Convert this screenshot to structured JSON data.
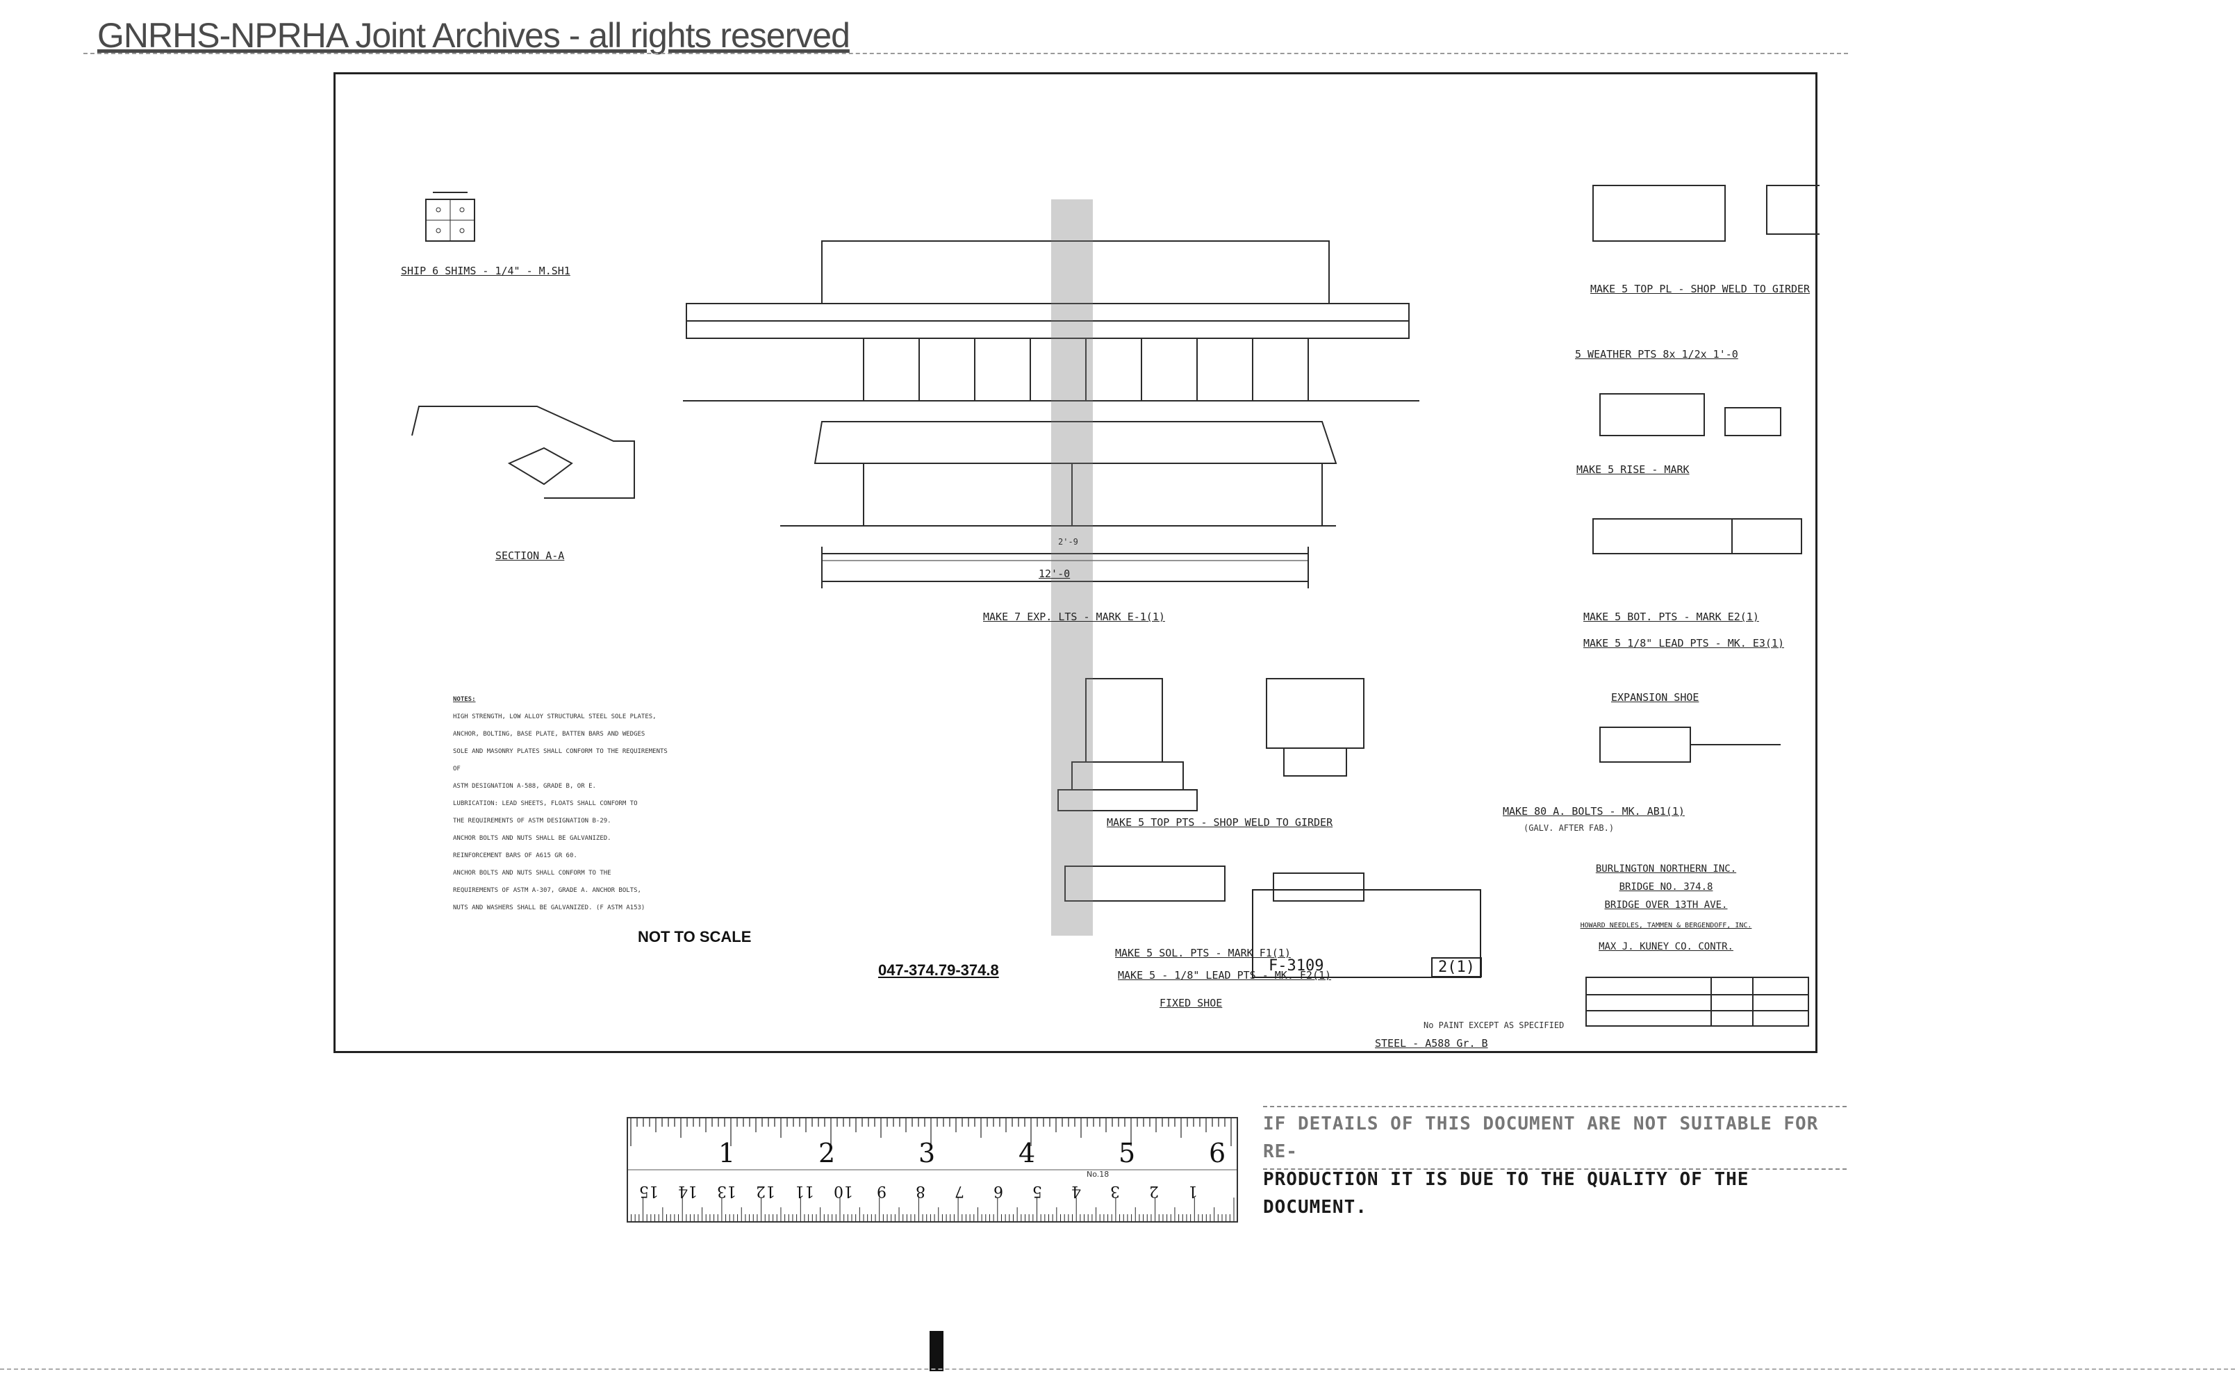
{
  "watermark": "GNRHS-NPRHA Joint Archives - all rights reserved",
  "drawing": {
    "labels": {
      "ship_shims": "SHIP 6 SHIMS - 1/4\" - M.SH1",
      "section_aa": "SECTION A-A",
      "main_view": "MAKE 7 EXP. LTS - MARK E-1(1)",
      "dim_overall": "12'-0",
      "dim_span": "2'-9",
      "make5_top": "MAKE 5 TOP PL - SHOP WELD TO GIRDER",
      "weather_pts": "5 WEATHER PTS 8x 1/2x 1'-0",
      "make5_rise": "MAKE 5 RISE - MARK",
      "make5_bot": "MAKE 5 BOT. PTS - MARK E2(1)",
      "make5_lead": "MAKE 5 1/8\" LEAD PTS - MK. E3(1)",
      "expansion_shoe": "EXPANSION SHOE",
      "make80": "MAKE 80 A. BOLTS - MK. AB1(1)",
      "galv": "(GALV. AFTER FAB.)",
      "make5_fixed_top": "MAKE 5 TOP PTS - SHOP WELD TO GIRDER",
      "make5_f1": "MAKE 5 SOL. PTS - MARK F1(1)",
      "make5_f2": "MAKE 5 - 1/8\" LEAD PTS - MK. F2(1)",
      "fixed_shoe": "FIXED SHOE",
      "steel": "STEEL - A588 Gr. B",
      "no_paint": "No PAINT EXCEPT AS SPECIFIED"
    },
    "notes": {
      "heading": "NOTES:",
      "lines": [
        "HIGH STRENGTH, LOW ALLOY STRUCTURAL STEEL SOLE PLATES,",
        "ANCHOR, BOLTING, BASE PLATE, BATTEN BARS AND WEDGES",
        "SOLE AND MASONRY PLATES SHALL CONFORM TO THE REQUIREMENTS OF",
        "ASTM DESIGNATION A-588, GRADE B, OR E.",
        "LUBRICATION: LEAD SHEETS, FLOATS SHALL CONFORM TO",
        "THE REQUIREMENTS OF ASTM DESIGNATION B-29.",
        "ANCHOR BOLTS AND NUTS SHALL BE GALVANIZED.",
        "REINFORCEMENT BARS OF A615 GR 60.",
        "ANCHOR BOLTS AND NUTS SHALL CONFORM TO THE",
        "REQUIREMENTS OF ASTM A-307, GRADE A. ANCHOR BOLTS,",
        "NUTS AND WASHERS SHALL BE GALVANIZED. (F ASTM A153)"
      ]
    },
    "not_to_scale": "NOT TO SCALE",
    "drawing_number": "047-374.79-374.8",
    "title_block": {
      "company": "BURLINGTON NORTHERN INC.",
      "bridge_no": "BRIDGE NO. 374.8",
      "bridge_over": "BRIDGE OVER 13TH AVE.",
      "firm": "HOWARD NEEDLES, TAMMEN & BERGENDOFF, INC.",
      "contractor": "MAX J. KUNEY CO. CONTR.",
      "sheet_no": "F-3109",
      "rev": "2(1)"
    }
  },
  "ruler": {
    "inch_numbers": [
      "1",
      "2",
      "3",
      "4",
      "5",
      "6"
    ],
    "cm_numbers": [
      "1",
      "2",
      "3",
      "4",
      "5",
      "6",
      "7",
      "8",
      "9",
      "10",
      "11",
      "12",
      "13",
      "14",
      "15"
    ],
    "brand": "No.18"
  },
  "disclaimer": {
    "line1": "IF DETAILS OF THIS DOCUMENT ARE NOT SUITABLE FOR RE-",
    "line2": "PRODUCTION IT IS DUE TO THE QUALITY OF THE DOCUMENT."
  }
}
